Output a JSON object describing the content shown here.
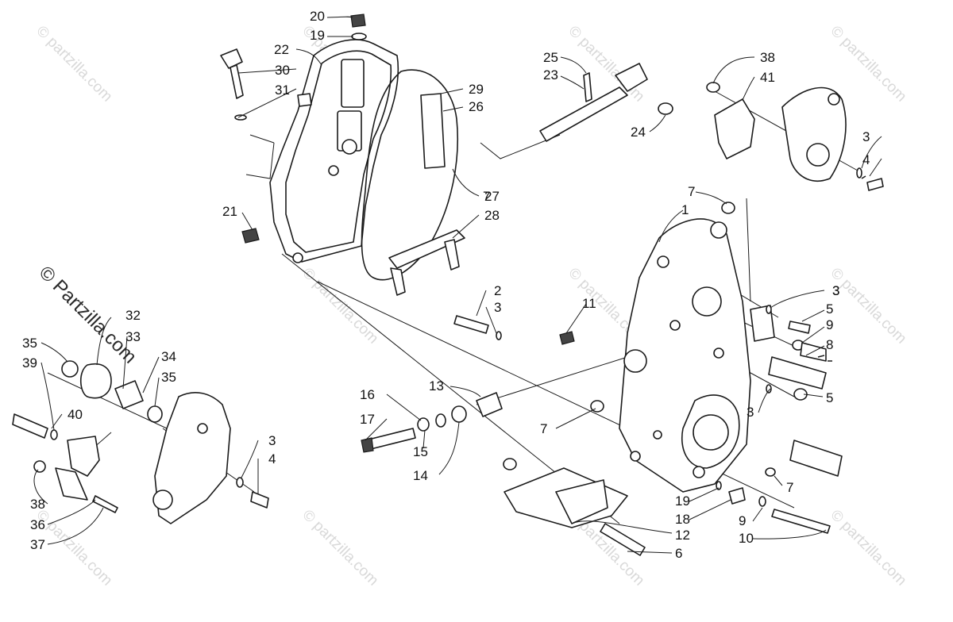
{
  "diagram": {
    "watermark_text": "© Partzilla.com",
    "watermark_text_small": "© partzilla.com",
    "callouts": [
      "1",
      "2",
      "3",
      "3",
      "3",
      "3",
      "3",
      "3",
      "4",
      "4",
      "5",
      "5",
      "6",
      "7",
      "7",
      "7",
      "7",
      "8",
      "9",
      "9",
      "10",
      "11",
      "12",
      "13",
      "14",
      "15",
      "16",
      "17",
      "18",
      "19",
      "19",
      "20",
      "21",
      "22",
      "23",
      "24",
      "25",
      "26",
      "27",
      "28",
      "29",
      "30",
      "31",
      "32",
      "33",
      "34",
      "35",
      "35",
      "36",
      "37",
      "38",
      "38",
      "39",
      "40",
      "41"
    ]
  }
}
